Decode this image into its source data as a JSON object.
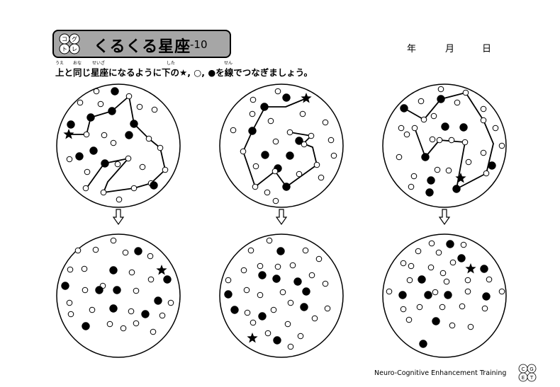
{
  "header": {
    "logo_text": "コグトレ",
    "title": "くるくる星座",
    "number": "-10",
    "year_label": "年",
    "month_label": "月",
    "day_label": "日"
  },
  "instruction": {
    "text": "上と同じ星座になるように下の★, ○, ●を線でつなぎましょう。",
    "ruby": [
      "うえ",
      "おな",
      "せいざ",
      "した",
      "せん"
    ]
  },
  "icons": {
    "down_arrow": "down-arrow-icon",
    "logo": "cogtre-logo-icon",
    "footer_logo": "cget-logo-icon"
  },
  "footer": {
    "text": "Neuro-Cognitive Enhancement Training",
    "logo_text": "CGET"
  },
  "colors": {
    "title_box": "#a6a6a6",
    "ink": "#000000"
  }
}
